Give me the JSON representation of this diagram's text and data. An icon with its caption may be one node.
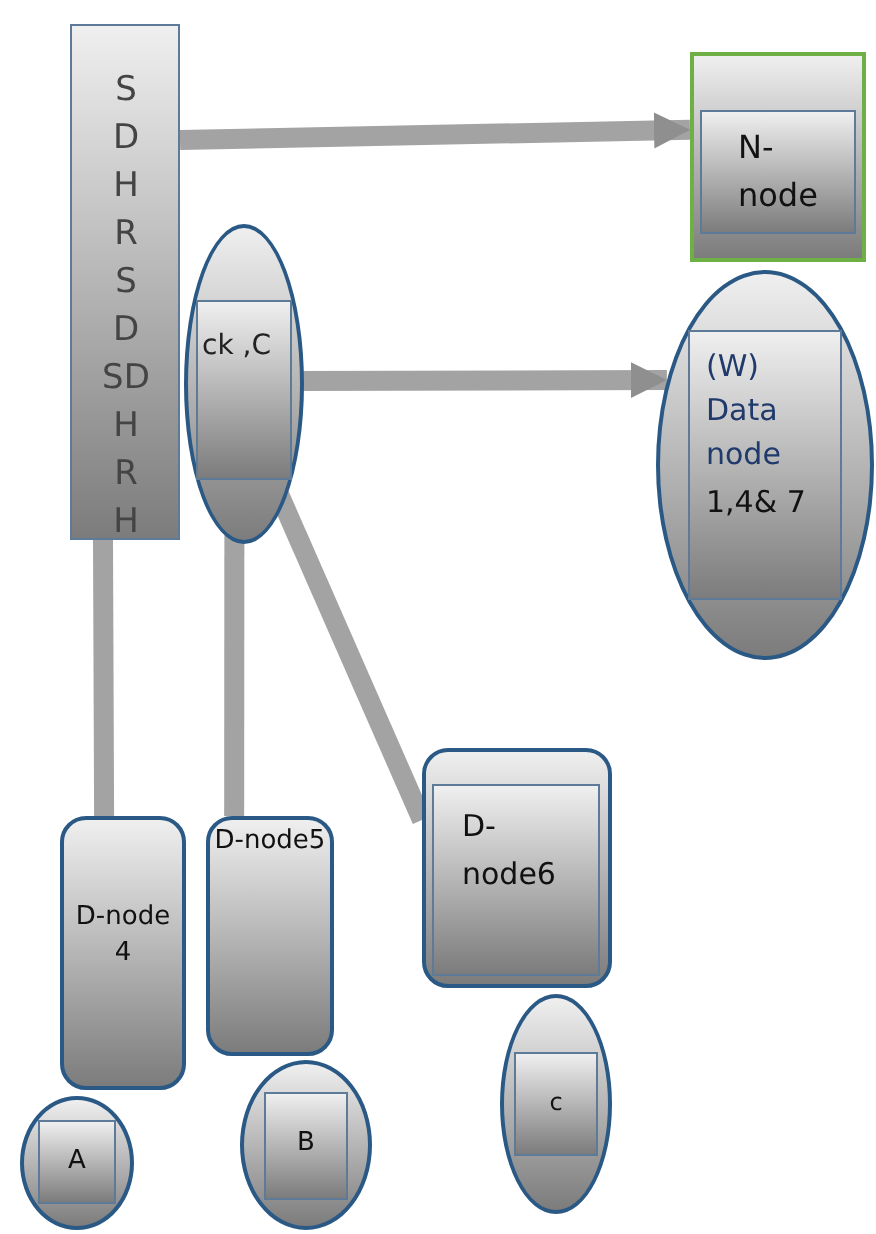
{
  "diagram": {
    "nodes": [
      {
        "text": [
          "S D H R S D SD H R H"
        ]
      },
      {
        "text": [],
        "shape": "circle"
      },
      {
        "text": [
          "ck ,C"
        ],
        "in": 1
      },
      {
        "text": [],
        "shape": "box"
      },
      {
        "text": [
          "N- node"
        ],
        "in": 3
      },
      {
        "text": [],
        "shape": "circle"
      },
      {
        "text": [
          "(W) Data node",
          "1,4& 7"
        ],
        "in": 5
      },
      {
        "text": [
          "D-node 4"
        ]
      },
      {
        "text": [],
        "shape": "circle"
      },
      {
        "text": [
          "A"
        ],
        "in": 8
      },
      {
        "text": [
          "D-node5"
        ]
      },
      {
        "text": [],
        "shape": "circle"
      },
      {
        "text": [
          "B"
        ],
        "in": 11
      },
      {
        "text": [],
        "shape": "box"
      },
      {
        "text": [
          "D- node6"
        ],
        "in": 13
      },
      {
        "text": [],
        "shape": "circle"
      },
      {
        "text": [
          "c"
        ],
        "in": 15
      }
    ],
    "edges": [
      {
        "from": 0,
        "to": 3,
        "arrow": "to"
      },
      {
        "from": 2,
        "to": 5,
        "arrow": "to"
      },
      {
        "from": 0,
        "to": 7,
        "arrow": "none"
      },
      {
        "from": 2,
        "to": 10,
        "arrow": "none"
      },
      {
        "from": 2,
        "to": 13,
        "arrow": "none"
      }
    ]
  }
}
